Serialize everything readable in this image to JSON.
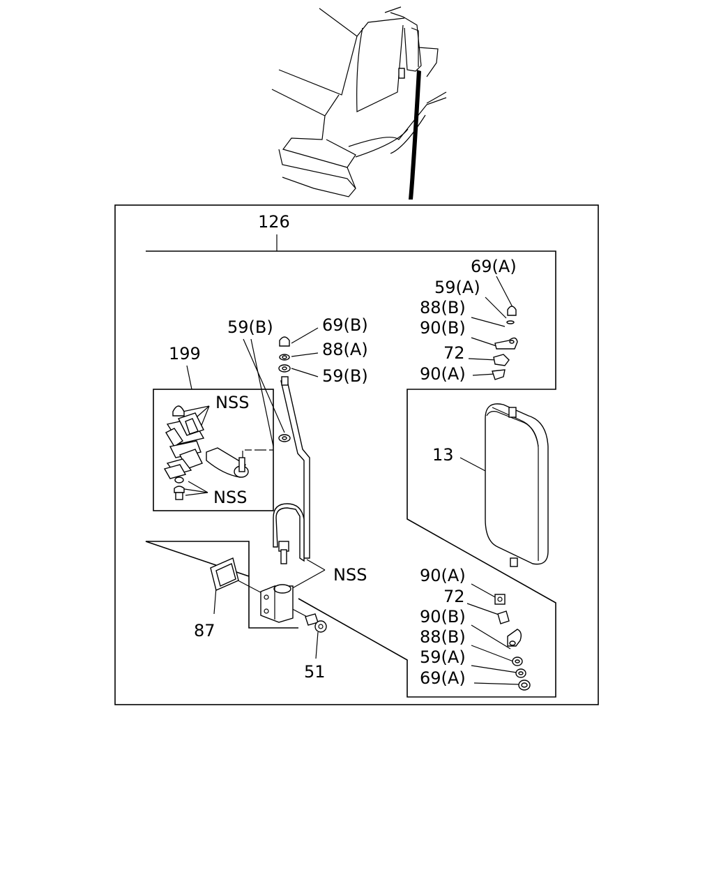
{
  "labels": {
    "assembly": "126",
    "kit": "199",
    "mirror": "13",
    "pad": "87",
    "screw": "51",
    "nss_top": "NSS",
    "nss_bottom": "NSS",
    "nss_arm": "NSS",
    "arm_top": [
      "59(B)",
      "69(B)",
      "88(A)",
      "59(B)"
    ],
    "right_top": [
      "69(A)",
      "59(A)",
      "88(B)",
      "90(B)",
      "72",
      "90(A)"
    ],
    "right_bottom": [
      "90(A)",
      "72",
      "90(B)",
      "88(B)",
      "59(A)",
      "69(A)"
    ]
  }
}
